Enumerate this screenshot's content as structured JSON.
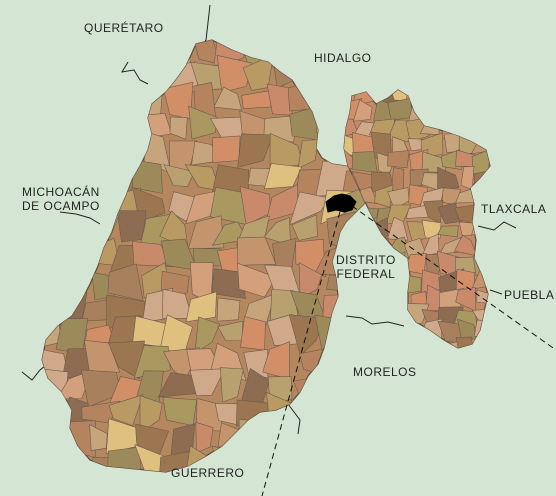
{
  "colors": {
    "background": "#d4e6d3",
    "border": "#6b5b4e",
    "highlight": "#000000",
    "leader_line": "#111111",
    "fills": [
      "#a9805d",
      "#c98a6c",
      "#b99a62",
      "#d4a07b",
      "#9b7650",
      "#c7a57c",
      "#b5845f",
      "#d28e66",
      "#a99860",
      "#e0c07f",
      "#8e6c52",
      "#c4956d",
      "#b8a06f",
      "#cfa98a",
      "#9c8a5a"
    ]
  },
  "labels": {
    "queretaro": "QUERÉTARO",
    "hidalgo": "HIDALGO",
    "michoacan_line1": "MICHOACÁN",
    "michoacan_line2": "DE OCAMPO",
    "tlaxcala": "TLAXCALA",
    "distrito_line1": "DISTRITO",
    "distrito_line2": "FEDERAL",
    "puebla": "PUEBLA",
    "morelos": "MORELOS",
    "guerrero": "GUERRERO"
  }
}
